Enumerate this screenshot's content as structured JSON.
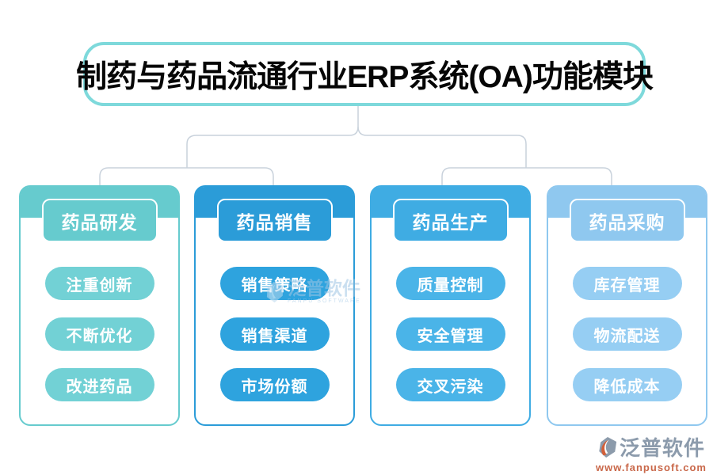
{
  "title": {
    "text": "制药与药品流通行业ERP系统(OA)功能模块"
  },
  "columns": [
    {
      "header": "药品研发",
      "color": "#66cbce",
      "pill_color": "#72d1d5",
      "items": [
        "注重创新",
        "不断优化",
        "改进药品"
      ]
    },
    {
      "header": "药品销售",
      "color": "#2b9cd8",
      "pill_color": "#2ea3de",
      "items": [
        "销售策略",
        "销售渠道",
        "市场份额"
      ]
    },
    {
      "header": "药品生产",
      "color": "#3face3",
      "pill_color": "#4ab4e8",
      "items": [
        "质量控制",
        "安全管理",
        "交叉污染"
      ]
    },
    {
      "header": "药品采购",
      "color": "#8fc8ef",
      "pill_color": "#96cef3",
      "items": [
        "库存管理",
        "物流配送",
        "降低成本"
      ]
    }
  ],
  "watermark": {
    "brand": "泛普软件",
    "brand_latin": "FANPU SOFTWARE"
  },
  "footer_logo": {
    "brand": "泛普软件",
    "url": "www.fanpusoft.com"
  },
  "colors": {
    "title_border": "#7ed9db",
    "title_text": "#060606",
    "connector": "#c9d2dc",
    "logo_text": "#8c9bac",
    "logo_url": "#c9684a",
    "watermark": "#9fc6e4"
  }
}
